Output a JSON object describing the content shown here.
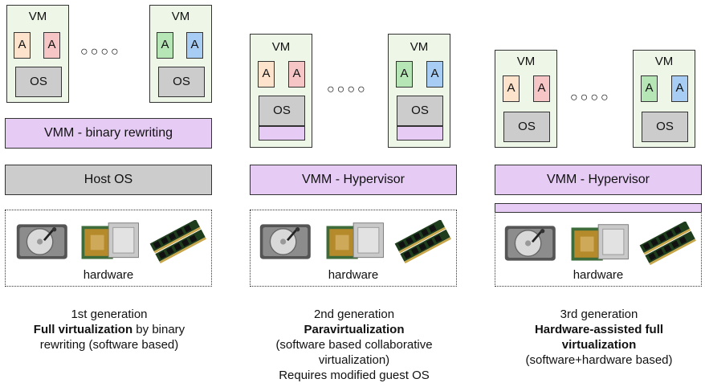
{
  "colors": {
    "vm_bg": "#eef6e8",
    "app_orange": "#fde3cc",
    "app_red": "#f6c6c6",
    "app_green": "#b6e6b6",
    "app_blue": "#a7cdf4",
    "os_gray": "#cccccc",
    "vmm_purple": "#e6ccf5",
    "host_os_gray": "#cccccc"
  },
  "common": {
    "vm_label": "VM",
    "app_label": "A",
    "os_label": "OS",
    "ellipsis": "○○○○",
    "hardware_label": "hardware"
  },
  "generations": [
    {
      "layer_top": "VMM - binary rewriting",
      "layer_bottom": "Host OS",
      "caption_line1": "1st generation",
      "caption_bold": "Full virtualization",
      "caption_tail": " by binary",
      "caption_line3": "rewriting (software based)",
      "caption_line4": ""
    },
    {
      "layer_top": "VMM - Hypervisor",
      "caption_line1": "2nd generation",
      "caption_bold": "Paravirtualization",
      "caption_line3": "(software based collaborative",
      "caption_line4": "virtualization)",
      "caption_line5": "Requires modified guest OS"
    },
    {
      "layer_top": "VMM - Hypervisor",
      "caption_line1": "3rd generation",
      "caption_bold": "Hardware-assisted full",
      "caption_bold2": "virtualization",
      "caption_line3": "(software+hardware based)"
    }
  ],
  "icons": [
    "hard-drive-icon",
    "cpu-chip-icon",
    "ram-module-icon"
  ]
}
